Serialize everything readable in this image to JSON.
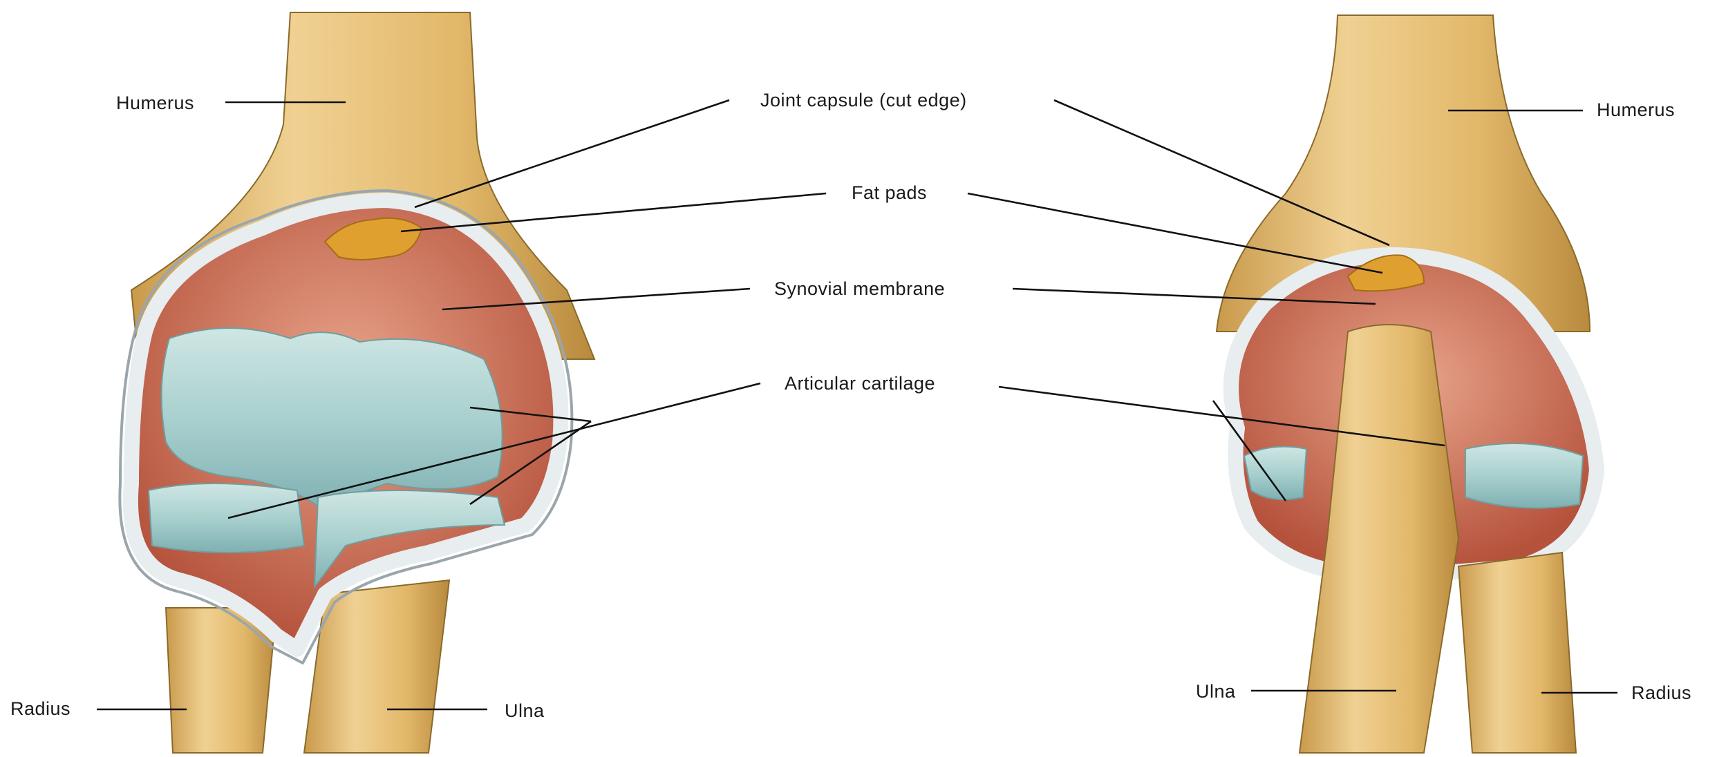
{
  "labels": {
    "humerus_left": "Humerus",
    "humerus_right": "Humerus",
    "joint_capsule": "Joint capsule (cut edge)",
    "fat_pads": "Fat pads",
    "synovial_membrane": "Synovial membrane",
    "articular_cartilage": "Articular cartilage",
    "radius_left": "Radius",
    "ulna_left": "Ulna",
    "ulna_right": "Ulna",
    "radius_right": "Radius"
  },
  "colors": {
    "bone": "#e2b86a",
    "bone_dark": "#b98a3e",
    "cartilage": "#9fc9c9",
    "synovial": "#c0604a",
    "fat": "#e0a030",
    "capsule": "#e8edf0"
  }
}
